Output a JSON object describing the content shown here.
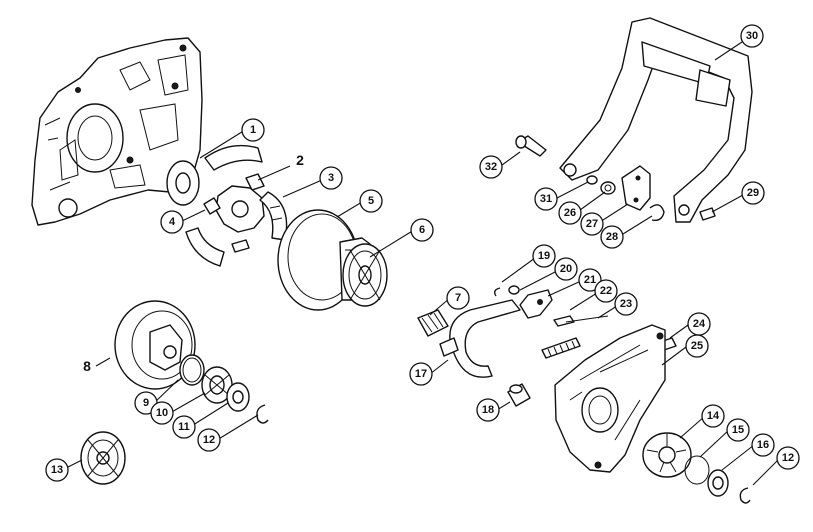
{
  "callouts": [
    {
      "id": "c1",
      "label": "1",
      "style": "circle"
    },
    {
      "id": "c2",
      "label": "2",
      "style": "plain"
    },
    {
      "id": "c3",
      "label": "3",
      "style": "circle"
    },
    {
      "id": "c4",
      "label": "4",
      "style": "circle"
    },
    {
      "id": "c5",
      "label": "5",
      "style": "circle"
    },
    {
      "id": "c6",
      "label": "6",
      "style": "circle"
    },
    {
      "id": "c7",
      "label": "7",
      "style": "circle"
    },
    {
      "id": "c8",
      "label": "8",
      "style": "plain"
    },
    {
      "id": "c9",
      "label": "9",
      "style": "circle"
    },
    {
      "id": "c10",
      "label": "10",
      "style": "circle"
    },
    {
      "id": "c11",
      "label": "11",
      "style": "circle"
    },
    {
      "id": "c12a",
      "label": "12",
      "style": "circle"
    },
    {
      "id": "c13",
      "label": "13",
      "style": "circle"
    },
    {
      "id": "c14",
      "label": "14",
      "style": "circle"
    },
    {
      "id": "c15",
      "label": "15",
      "style": "circle"
    },
    {
      "id": "c16",
      "label": "16",
      "style": "circle"
    },
    {
      "id": "c12b",
      "label": "12",
      "style": "circle"
    },
    {
      "id": "c17",
      "label": "17",
      "style": "circle"
    },
    {
      "id": "c18",
      "label": "18",
      "style": "circle"
    },
    {
      "id": "c19",
      "label": "19",
      "style": "circle"
    },
    {
      "id": "c20",
      "label": "20",
      "style": "circle"
    },
    {
      "id": "c21",
      "label": "21",
      "style": "circle"
    },
    {
      "id": "c22",
      "label": "22",
      "style": "circle"
    },
    {
      "id": "c23",
      "label": "23",
      "style": "circle"
    },
    {
      "id": "c24",
      "label": "24",
      "style": "circle"
    },
    {
      "id": "c25",
      "label": "25",
      "style": "circle"
    },
    {
      "id": "c26",
      "label": "26",
      "style": "circle"
    },
    {
      "id": "c27",
      "label": "27",
      "style": "circle"
    },
    {
      "id": "c28",
      "label": "28",
      "style": "circle"
    },
    {
      "id": "c29",
      "label": "29",
      "style": "circle"
    },
    {
      "id": "c30",
      "label": "30",
      "style": "circle"
    },
    {
      "id": "c31",
      "label": "31",
      "style": "circle"
    },
    {
      "id": "c32",
      "label": "32",
      "style": "circle"
    }
  ]
}
